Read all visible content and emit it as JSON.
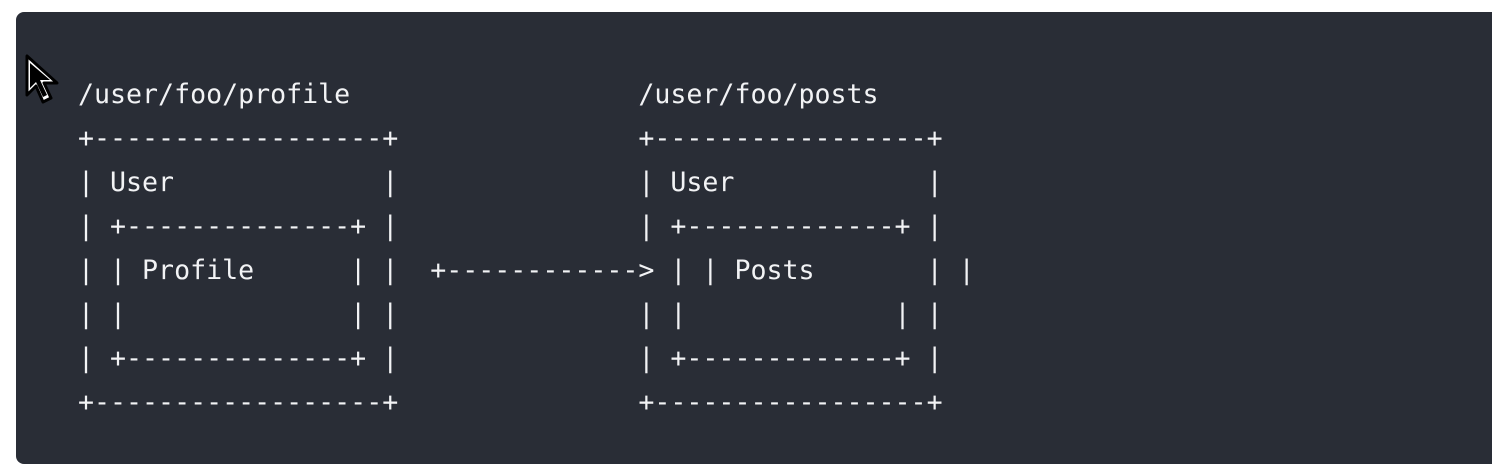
{
  "code_block": {
    "lines": [
      "/user/foo/profile                  /user/foo/posts",
      "+------------------+               +-----------------+",
      "| User             |               | User            |",
      "| +--------------+ |               | +-------------+ |",
      "| | Profile      | |  +------------> | | Posts       | |",
      "| |              | |               | |             | |",
      "| +--------------+ |               | +-------------+ |",
      "+------------------+               +-----------------+"
    ]
  },
  "cursor": {
    "icon": "mouse-pointer-arrow-icon"
  },
  "colors": {
    "background": "#292d36",
    "text": "#f2f3f5",
    "page": "#ffffff"
  }
}
